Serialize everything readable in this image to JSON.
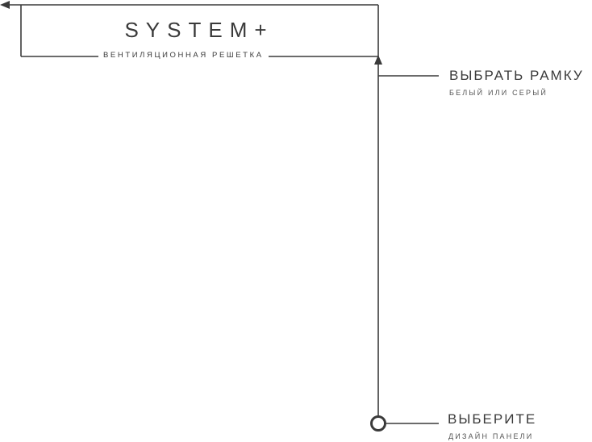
{
  "brand": {
    "title": "SYSTEM+",
    "subtitle": "ВЕНТИЛЯЦИОННАЯ РЕШЕТКА"
  },
  "steps": [
    {
      "title": "ВЫБРАТЬ РАМКУ",
      "subtitle": "БЕЛЫЙ ИЛИ СЕРЫЙ"
    },
    {
      "title": "ВЫБЕРИТЕ",
      "subtitle": "ДИЗАЙН ПАНЕЛИ"
    }
  ],
  "colors": {
    "line": "#3a3a3a",
    "text": "#3a3a3a",
    "background": "#ffffff"
  },
  "icons": [
    "arrow-left-icon",
    "arrow-up-icon",
    "circle-node-icon"
  ]
}
